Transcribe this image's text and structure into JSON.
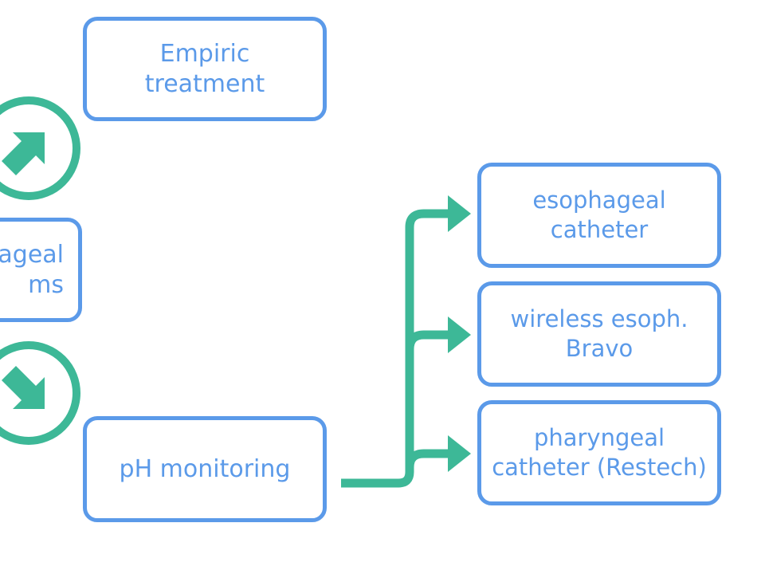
{
  "nodes": {
    "empiric_treatment": "Empiric\ntreatment",
    "esophageal_symptoms_partial": "ageal\nms",
    "ph_monitoring": "pH monitoring",
    "esophageal_catheter": "esophageal\ncatheter",
    "wireless_bravo": "wireless esoph.\nBravo",
    "pharyngeal_catheter": "pharyngeal\ncatheter (Restech)"
  },
  "icons": {
    "up_right": "arrow-up-right-icon",
    "down_right": "arrow-down-right-icon"
  },
  "colors": {
    "box_border": "#5b9ae9",
    "box_text": "#5b9ae9",
    "connector": "#3db897",
    "background": "#ffffff"
  }
}
